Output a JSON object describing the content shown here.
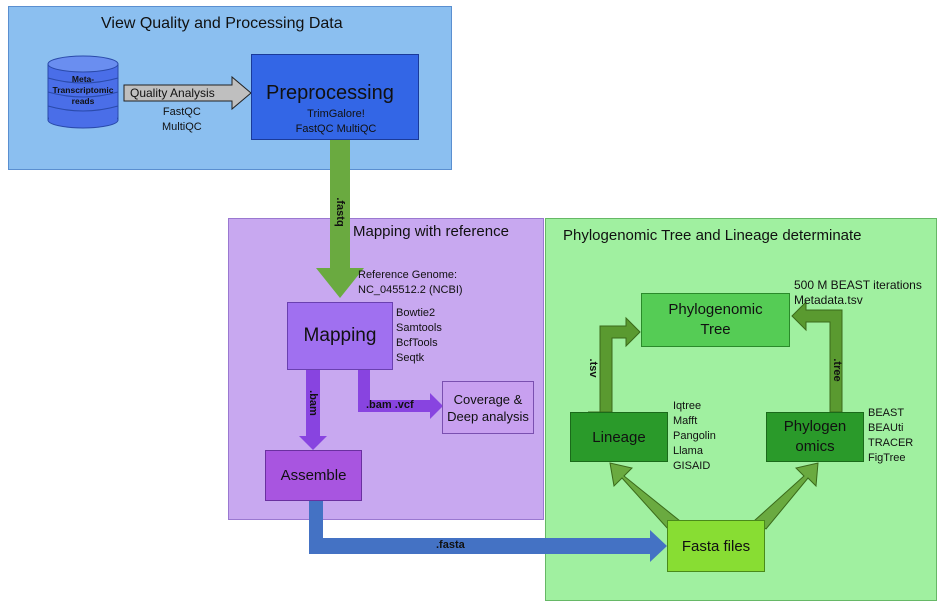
{
  "panels": {
    "quality": {
      "title": "View Quality and Processing Data"
    },
    "mapping": {
      "title": "Mapping with reference"
    },
    "phylo": {
      "title": "Phylogenomic Tree and Lineage determinate"
    }
  },
  "nodes": {
    "reads": {
      "label": "Meta-Transcriptomic reads"
    },
    "preprocessing": {
      "label": "Preprocessing",
      "tools": "TrimGalore!\nFastQC MultiQC"
    },
    "quality_analysis": {
      "label": "Quality Analysis",
      "tools": "FastQC\nMultiQC"
    },
    "reference": {
      "text": "Reference  Genome:\nNC_045512.2 (NCBI)"
    },
    "mapping": {
      "label": "Mapping",
      "tools": "Bowtie2\nSamtools\nBcfTools\nSeqtk"
    },
    "coverage": {
      "label": "Coverage & Deep analysis"
    },
    "assemble": {
      "label": "Assemble"
    },
    "tree": {
      "label": "Phylogenomic Tree",
      "note": "500 M BEAST iterations\nMetadata.tsv"
    },
    "lineage": {
      "label": "Lineage",
      "tools": "Iqtree\nMafft\nPangolin\nLlama\nGISAID"
    },
    "phylogenomics": {
      "label": "Phylogen omics",
      "tools": "BEAST\nBEAUti\nTRACER\nFigTree"
    },
    "fasta_files": {
      "label": "Fasta files"
    }
  },
  "edges": {
    "fastq": ".fastq",
    "bam": ".bam",
    "bam_vcf": ".bam .vcf",
    "fasta": ".fasta",
    "tsv": ".tsv",
    "tree": ".tree"
  },
  "colors": {
    "quality_bg": "#8bbff0",
    "mapping_bg": "#c8a8f0",
    "phylo_bg": "#a0f0a0",
    "preprocessing": "#3366e6",
    "mapping_node": "#a070f0",
    "assemble": "#a855e0",
    "coverage": "#c8a0f0",
    "tree_node": "#55cc55",
    "lineage": "#2a9a2a",
    "fasta_node": "#88dd33",
    "arrow_green": "#6aaa40",
    "arrow_purple": "#8844e0",
    "arrow_blue": "#4472c4"
  }
}
